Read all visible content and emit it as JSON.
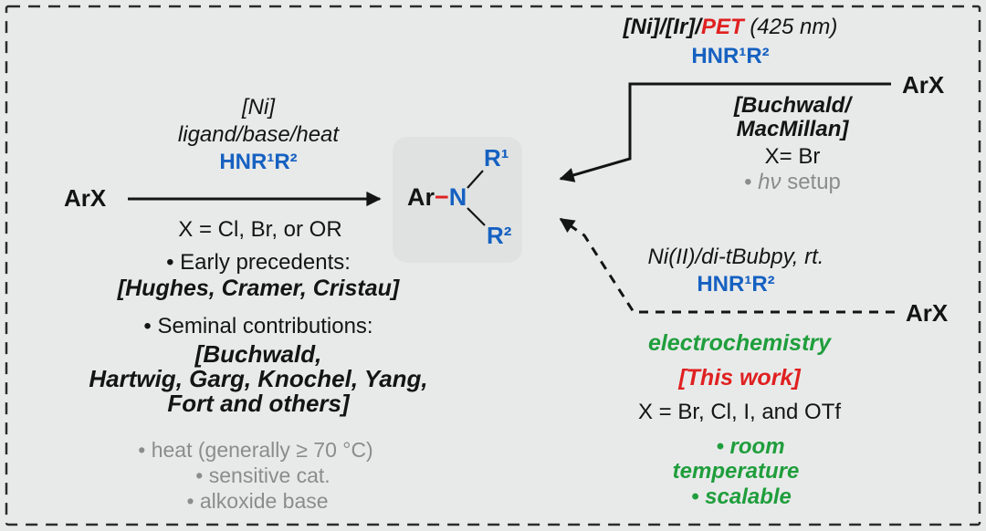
{
  "colors": {
    "blue": "#1661c1",
    "red": "#e02020",
    "green": "#1f9e3c",
    "gray": "#8c8c8c"
  },
  "left": {
    "reagent_line1": "[Ni]",
    "reagent_line2": "ligand/base/heat",
    "amine": "HNR¹R²",
    "substrate": "ArX",
    "x_scope": "X = Cl, Br, or OR",
    "early_label": "• Early precedents:",
    "early_names": "[Hughes, Cramer, Cristau]",
    "seminal_label": "• Seminal contributions:",
    "seminal_line1": "[Buchwald,",
    "seminal_line2": "Hartwig, Garg, Knochel, Yang,",
    "seminal_line3": "Fort and others]",
    "con1": "• heat (generally ≥ 70 °C)",
    "con2": "• sensitive cat.",
    "con3": "• alkoxide base"
  },
  "center": {
    "ar": "Ar",
    "bond": "−",
    "n": "N",
    "r1": "R¹",
    "r2": "R²"
  },
  "top_right": {
    "cat_prefix": "[Ni]/[Ir]/",
    "cat_pet": "PET",
    "cat_suffix": " (425 nm)",
    "amine": "HNR¹R²",
    "substrate": "ArX",
    "authors_line1": "[Buchwald/",
    "authors_line2": "MacMillan]",
    "x_scope": "X= Br",
    "note_prefix": "• ",
    "note_hv": "hν",
    "note_suffix": " setup"
  },
  "bottom_right": {
    "conditions": "Ni(II)/di-tBubpy, rt.",
    "amine": "HNR¹R²",
    "substrate": "ArX",
    "method": "electrochemistry",
    "this_work": "[This work]",
    "x_scope": "X = Br, Cl, I, and OTf",
    "pro1": "• room",
    "pro2": "temperature",
    "pro3": "• scalable"
  }
}
